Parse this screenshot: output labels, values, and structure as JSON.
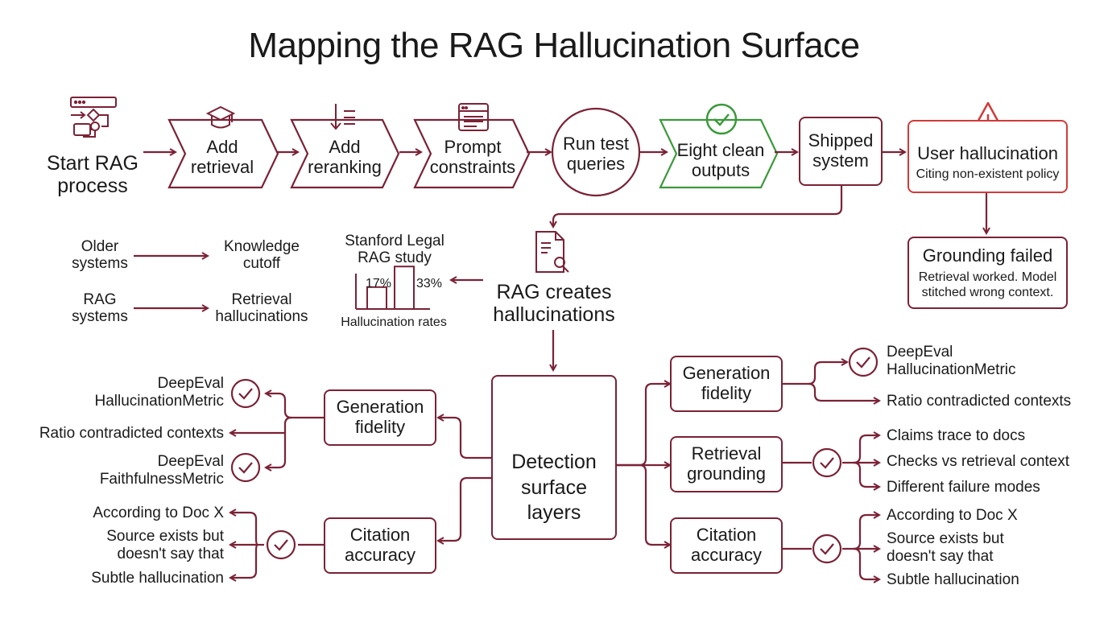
{
  "title": "Mapping the RAG Hallucination Surface",
  "colors": {
    "primary": "#7b2236",
    "success": "#3a9a3a",
    "alert": "#d23a3a",
    "text": "#1a1a1a"
  },
  "pipeline": {
    "start": "Start RAG process",
    "add_retrieval": "Add retrieval",
    "add_reranking": "Add reranking",
    "prompt_constraints": "Prompt constraints",
    "run_test_queries": "Run test queries",
    "eight_clean_outputs": "Eight clean outputs",
    "shipped_system": "Shipped system",
    "user_hallucination_title": "User hallucination",
    "user_hallucination_sub": "Citing non-existent policy",
    "grounding_failed_title": "Grounding failed",
    "grounding_failed_sub": "Retrieval worked. Model stitched wrong context."
  },
  "comparison": {
    "older_systems": "Older systems",
    "knowledge_cutoff": "Knowledge cutoff",
    "rag_systems": "RAG systems",
    "retrieval_hallucinations": "Retrieval hallucinations"
  },
  "study": {
    "title": "Stanford Legal RAG study",
    "caption": "Hallucination rates",
    "bar_labels": [
      "17%",
      "33%"
    ]
  },
  "chart_data": {
    "type": "bar",
    "title": "Stanford Legal RAG study",
    "xlabel": "Hallucination rates",
    "categories": [
      "",
      ""
    ],
    "values": [
      17,
      33
    ],
    "data_labels": [
      "17%",
      "33%"
    ],
    "ylim": [
      0,
      40
    ]
  },
  "rag_creates": "RAG creates hallucinations",
  "detection": "Detection surface layers",
  "left": {
    "gen_fidelity": "Generation fidelity",
    "gen_items": [
      "DeepEval HallucinationMetric",
      "Ratio contradicted contexts",
      "DeepEval FaithfulnessMetric"
    ],
    "citation": "Citation accuracy",
    "citation_items": [
      "According to Doc X",
      "Source exists but doesn't say that",
      "Subtle hallucination"
    ]
  },
  "right": {
    "gen_fidelity": "Generation fidelity",
    "gen_items": [
      "DeepEval HallucinationMetric",
      "Ratio contradicted contexts"
    ],
    "retrieval": "Retrieval grounding",
    "retrieval_items": [
      "Claims trace to docs",
      "Checks vs retrieval context",
      "Different failure modes"
    ],
    "citation": "Citation accuracy",
    "citation_items": [
      "According to Doc X",
      "Source exists but doesn't say that",
      "Subtle hallucination"
    ]
  },
  "icons": [
    "flowchart-icon",
    "graduation-cap-icon",
    "sort-list-icon",
    "document-lines-icon",
    "checkmark-circle-icon",
    "warning-triangle-icon",
    "document-search-icon",
    "nodes-icon"
  ]
}
